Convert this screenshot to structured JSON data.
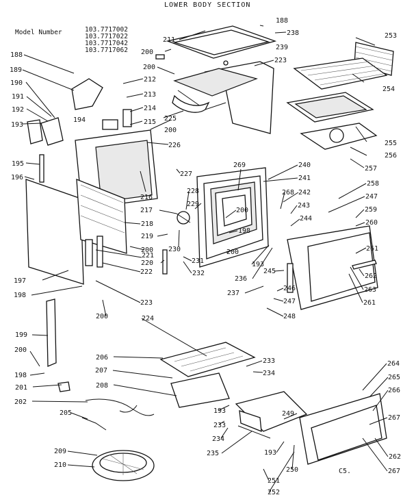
{
  "title": "LOWER BODY SECTION",
  "model": {
    "label": "Model Number",
    "numbers": [
      "103.7717002",
      "103.7717022",
      "103.7717042",
      "103.7717062"
    ]
  },
  "footer_mark": "C5.",
  "callouts": [
    {
      "id": "c188a",
      "text": "188"
    },
    {
      "id": "c238",
      "text": "238"
    },
    {
      "id": "c211",
      "text": "211"
    },
    {
      "id": "c200a",
      "text": "200"
    },
    {
      "id": "c239",
      "text": "239"
    },
    {
      "id": "c253",
      "text": "253"
    },
    {
      "id": "c188b",
      "text": "188"
    },
    {
      "id": "c189",
      "text": "189"
    },
    {
      "id": "c200b",
      "text": "200"
    },
    {
      "id": "c223a",
      "text": "223"
    },
    {
      "id": "c190",
      "text": "190"
    },
    {
      "id": "c212",
      "text": "212"
    },
    {
      "id": "c254",
      "text": "254"
    },
    {
      "id": "c191",
      "text": "191"
    },
    {
      "id": "c213",
      "text": "213"
    },
    {
      "id": "c192",
      "text": "192"
    },
    {
      "id": "c214",
      "text": "214"
    },
    {
      "id": "c194",
      "text": "194"
    },
    {
      "id": "c225",
      "text": "225"
    },
    {
      "id": "c193a",
      "text": "193"
    },
    {
      "id": "c215",
      "text": "215"
    },
    {
      "id": "c200c",
      "text": "200"
    },
    {
      "id": "c255",
      "text": "255"
    },
    {
      "id": "c226",
      "text": "226"
    },
    {
      "id": "c256",
      "text": "256"
    },
    {
      "id": "c195",
      "text": "195"
    },
    {
      "id": "c269",
      "text": "269"
    },
    {
      "id": "c240",
      "text": "240"
    },
    {
      "id": "c227",
      "text": "227"
    },
    {
      "id": "c257",
      "text": "257"
    },
    {
      "id": "c196",
      "text": "196"
    },
    {
      "id": "c241",
      "text": "241"
    },
    {
      "id": "c258",
      "text": "258"
    },
    {
      "id": "c216",
      "text": "216"
    },
    {
      "id": "c228",
      "text": "228"
    },
    {
      "id": "c268",
      "text": "268"
    },
    {
      "id": "c242",
      "text": "242"
    },
    {
      "id": "c247a",
      "text": "247"
    },
    {
      "id": "c229",
      "text": "229"
    },
    {
      "id": "c243",
      "text": "243"
    },
    {
      "id": "c259",
      "text": "259"
    },
    {
      "id": "c217",
      "text": "217"
    },
    {
      "id": "c200d",
      "text": "200"
    },
    {
      "id": "c244",
      "text": "244"
    },
    {
      "id": "c260",
      "text": "260"
    },
    {
      "id": "c218",
      "text": "218"
    },
    {
      "id": "c198a",
      "text": "198"
    },
    {
      "id": "c219",
      "text": "219"
    },
    {
      "id": "c230",
      "text": "230"
    },
    {
      "id": "c200e",
      "text": "200"
    },
    {
      "id": "c261a",
      "text": "261"
    },
    {
      "id": "c220",
      "text": "220"
    },
    {
      "id": "c221",
      "text": "221"
    },
    {
      "id": "c200f",
      "text": "200"
    },
    {
      "id": "c197",
      "text": "197"
    },
    {
      "id": "c193b",
      "text": "193"
    },
    {
      "id": "c231",
      "text": "231"
    },
    {
      "id": "c245",
      "text": "245"
    },
    {
      "id": "c262a",
      "text": "262"
    },
    {
      "id": "c222",
      "text": "222"
    },
    {
      "id": "c232",
      "text": "232"
    },
    {
      "id": "c263",
      "text": "263"
    },
    {
      "id": "c198b",
      "text": "198"
    },
    {
      "id": "c236",
      "text": "236"
    },
    {
      "id": "c261b",
      "text": "261"
    },
    {
      "id": "c223b",
      "text": "223"
    },
    {
      "id": "c237",
      "text": "237"
    },
    {
      "id": "c246",
      "text": "246"
    },
    {
      "id": "c200g",
      "text": "200"
    },
    {
      "id": "c247b",
      "text": "247"
    },
    {
      "id": "c224",
      "text": "224"
    },
    {
      "id": "c248",
      "text": "248"
    },
    {
      "id": "c199",
      "text": "199"
    },
    {
      "id": "c200h",
      "text": "200"
    },
    {
      "id": "c206",
      "text": "206"
    },
    {
      "id": "c233a",
      "text": "233"
    },
    {
      "id": "c264",
      "text": "264"
    },
    {
      "id": "c198c",
      "text": "198"
    },
    {
      "id": "c207",
      "text": "207"
    },
    {
      "id": "c234a",
      "text": "234"
    },
    {
      "id": "c265",
      "text": "265"
    },
    {
      "id": "c201",
      "text": "201"
    },
    {
      "id": "c208",
      "text": "208"
    },
    {
      "id": "c266",
      "text": "266"
    },
    {
      "id": "c202",
      "text": "202"
    },
    {
      "id": "c205",
      "text": "205"
    },
    {
      "id": "c193c",
      "text": "193"
    },
    {
      "id": "c249",
      "text": "249"
    },
    {
      "id": "c267a",
      "text": "267"
    },
    {
      "id": "c233b",
      "text": "233"
    },
    {
      "id": "c234b",
      "text": "234"
    },
    {
      "id": "c193d",
      "text": "193"
    },
    {
      "id": "c262b",
      "text": "262"
    },
    {
      "id": "c209",
      "text": "209"
    },
    {
      "id": "c210",
      "text": "210"
    },
    {
      "id": "c235",
      "text": "235"
    },
    {
      "id": "c250",
      "text": "250"
    },
    {
      "id": "c267b",
      "text": "267"
    },
    {
      "id": "c251",
      "text": "251"
    },
    {
      "id": "c252",
      "text": "252"
    }
  ]
}
